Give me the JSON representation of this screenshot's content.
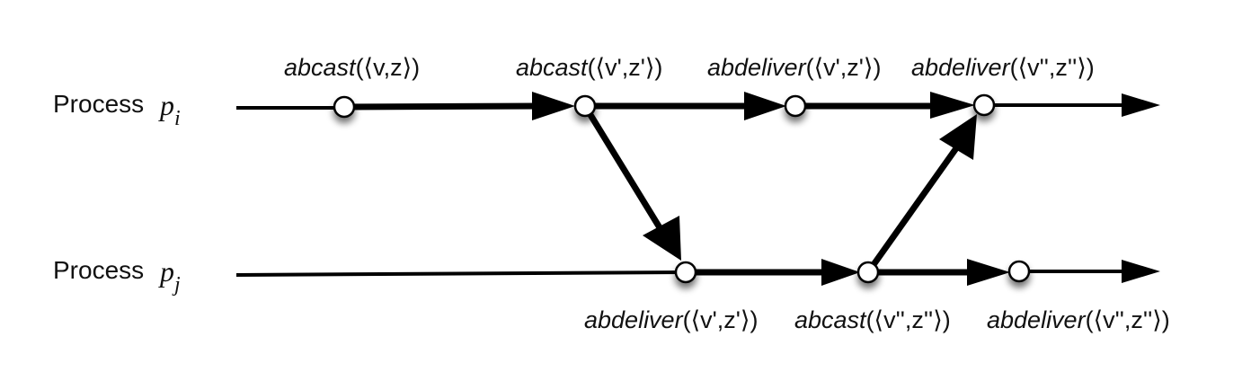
{
  "processes": [
    {
      "label": "Process",
      "var": "p",
      "sub": "i"
    },
    {
      "label": "Process",
      "var": "p",
      "sub": "j"
    }
  ],
  "events": {
    "pi_1": {
      "fn": "abcast",
      "args": "(⟨v,z⟩)"
    },
    "pi_2": {
      "fn": "abcast",
      "args": "(⟨v',z'⟩)"
    },
    "pi_3": {
      "fn": "abdeliver",
      "args": "(⟨v',z'⟩)"
    },
    "pi_4": {
      "fn": "abdeliver",
      "args": "(⟨v'',z''⟩)"
    },
    "pj_1": {
      "fn": "abdeliver",
      "args": "(⟨v',z'⟩)"
    },
    "pj_2": {
      "fn": "abcast",
      "args": "(⟨v'',z''⟩)"
    },
    "pj_3": {
      "fn": "abdeliver",
      "args": "(⟨v'',z''⟩)"
    }
  }
}
